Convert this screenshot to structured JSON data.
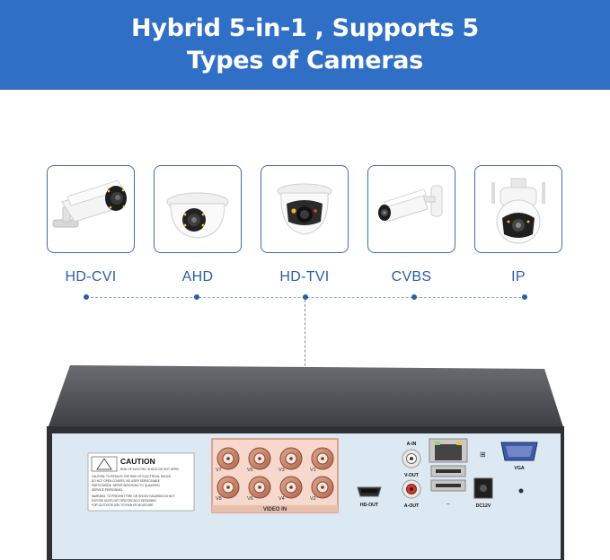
{
  "banner": {
    "line1": "Hybrid 5-in-1 , Supports 5",
    "line2": "Types of Cameras"
  },
  "cameras": [
    {
      "label": "HD-CVI",
      "icon": "bullet-camera-icon"
    },
    {
      "label": "AHD",
      "icon": "dome-camera-icon"
    },
    {
      "label": "HD-TVI",
      "icon": "turret-camera-icon"
    },
    {
      "label": "CVBS",
      "icon": "wall-bullet-camera-icon"
    },
    {
      "label": "IP",
      "icon": "ptz-camera-icon"
    }
  ],
  "dvr": {
    "caution_title": "CAUTION",
    "caution_small": "RISK OF ELECTRIC SHOCK DO NOT OPEN",
    "caution_lines": [
      "CAUTION: TO REDUCE THE RISK OF ELECTRICAL SHOCK",
      "DO NOT OPEN COVERS. NO USER SERVICEABLE",
      "PARTS INSIDE. REFER SERVICING TO QUALIFIED",
      "SERVICE PERSONNEL."
    ],
    "warning_lines": [
      "WARNING: TO PREVENT FIRE OR SHOCK HAZARDS DO NOT",
      "EXPOSE UNITS NOT SPECIFICALLY DESIGNED",
      "FOR OUTDOOR USE TO RAIN OR MOISTURE."
    ],
    "video_in_label": "VIDEO IN",
    "channels_top": [
      "V7",
      "V5",
      "V3",
      "V1"
    ],
    "channels_bottom": [
      "V8",
      "V6",
      "V4",
      "V2"
    ],
    "vout_label": "V-OUT",
    "hdout_label": "HD-OUT",
    "ain_label": "A-IN",
    "aout_label": "A-OUT",
    "vga_label": "VGA",
    "dc_label": "DC12V"
  },
  "colors": {
    "banner": "#2f6fc6",
    "accent": "#2b5ea8",
    "bnc_copper": "#c9826a",
    "panel": "#dce8f2",
    "chassis": "#3a3c42"
  }
}
